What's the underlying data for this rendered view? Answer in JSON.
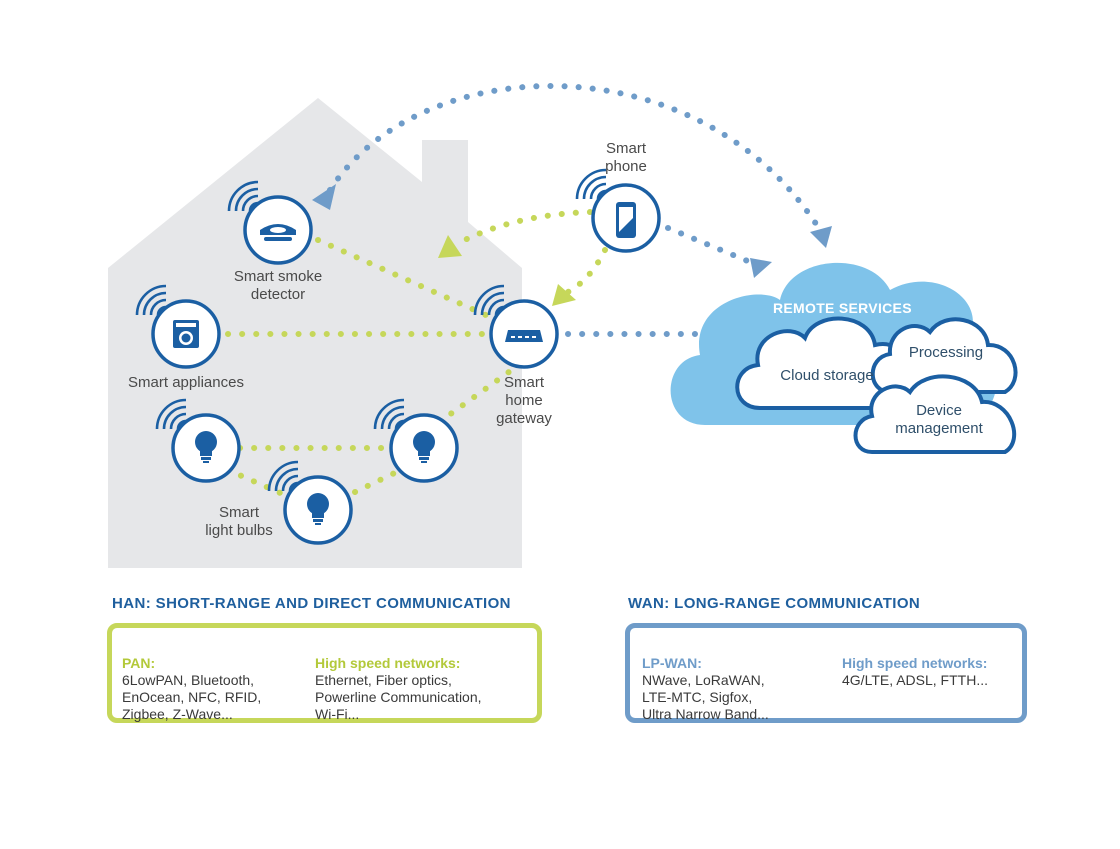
{
  "colors": {
    "dark_blue": "#1b5fa3",
    "light_blue": "#6f9cc9",
    "green": "#c6d75a",
    "house_gray": "#e6e7e9",
    "cloud_blue": "#7fc3ea"
  },
  "devices": {
    "smoke_detector": {
      "label_line1": "Smart smoke",
      "label_line2": "detector",
      "icon": "smoke-detector-icon"
    },
    "appliances": {
      "label": "Smart appliances",
      "icon": "washing-machine-icon"
    },
    "gateway": {
      "label_line1": "Smart",
      "label_line2": "home",
      "label_line3": "gateway",
      "icon": "router-icon"
    },
    "phone": {
      "label_line1": "Smart",
      "label_line2": "phone",
      "icon": "smartphone-icon"
    },
    "bulbs": {
      "label_line1": "Smart",
      "label_line2": "light bulbs",
      "icon": "light-bulb-icon"
    }
  },
  "cloud": {
    "title": "REMOTE SERVICES",
    "cloud_storage": "Cloud storage",
    "processing": "Processing",
    "device_mgmt_line1": "Device",
    "device_mgmt_line2": "management"
  },
  "han": {
    "title": "HAN: SHORT-RANGE AND DIRECT COMMUNICATION",
    "col1_head": "PAN:",
    "col1_body": "6LowPAN, Bluetooth,\nEnOcean, NFC, RFID,\nZigbee, Z-Wave...",
    "col2_head": "High speed networks:",
    "col2_body": "Ethernet, Fiber optics,\nPowerline Communication,\nWi-Fi..."
  },
  "wan": {
    "title": "WAN: LONG-RANGE COMMUNICATION",
    "col1_head": "LP-WAN:",
    "col1_body": "NWave, LoRaWAN,\nLTE-MTC, Sigfox,\nUltra Narrow Band...",
    "col2_head": "High speed networks:",
    "col2_body": "4G/LTE, ADSL, FTTH..."
  }
}
